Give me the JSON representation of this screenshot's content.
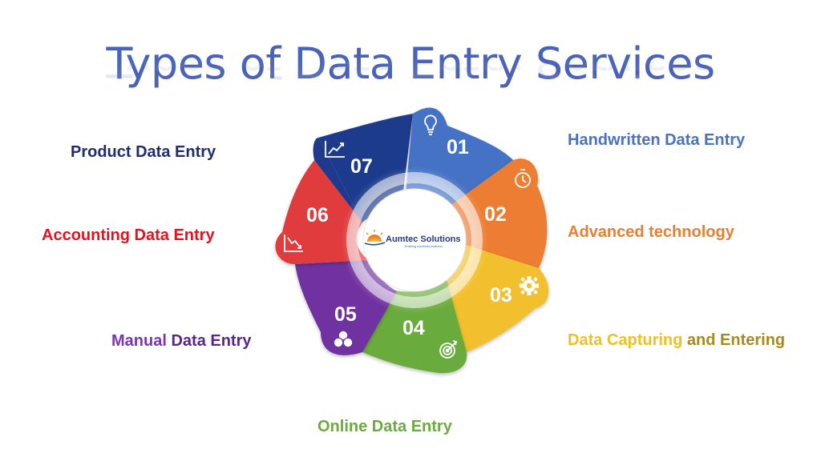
{
  "title": "Types of Data Entry Services",
  "logo": {
    "name": "Aumtec Solutions",
    "tagline": "Enabling successful business"
  },
  "segments": [
    {
      "number": "01",
      "label": "Handwritten Data Entry",
      "color": "#4472c4",
      "label_color": "#4a72c0",
      "icon": "lightbulb-icon"
    },
    {
      "number": "02",
      "label": "Advanced technology",
      "color": "#ed7d31",
      "label_color": "#ed7d31",
      "icon": "stopwatch-icon"
    },
    {
      "number": "03",
      "label_part1": "Data Capturing",
      "label_part2": " and Entering",
      "color": "#f2c02d",
      "label_color": "#f0c020",
      "label_color2": "#a88a1e",
      "icon": "gear-icon"
    },
    {
      "number": "04",
      "label": "Online Data Entry",
      "color": "#6aab3c",
      "label_color": "#6aab3c",
      "icon": "target-icon"
    },
    {
      "number": "05",
      "label_part1": "Manual",
      "label_part2": " Data Entry",
      "color": "#7030a0",
      "label_color": "#7a36b0",
      "label_color2": "#5a2688",
      "icon": "venn-circles-icon"
    },
    {
      "number": "06",
      "label": "Accounting Data Entry",
      "color": "#e03a3e",
      "label_color": "#e8101e",
      "icon": "chart-down-icon"
    },
    {
      "number": "07",
      "label": "Product Data Entry",
      "color": "#1f3a8c",
      "label_color": "#1f2d70",
      "icon": "chart-up-icon"
    }
  ]
}
